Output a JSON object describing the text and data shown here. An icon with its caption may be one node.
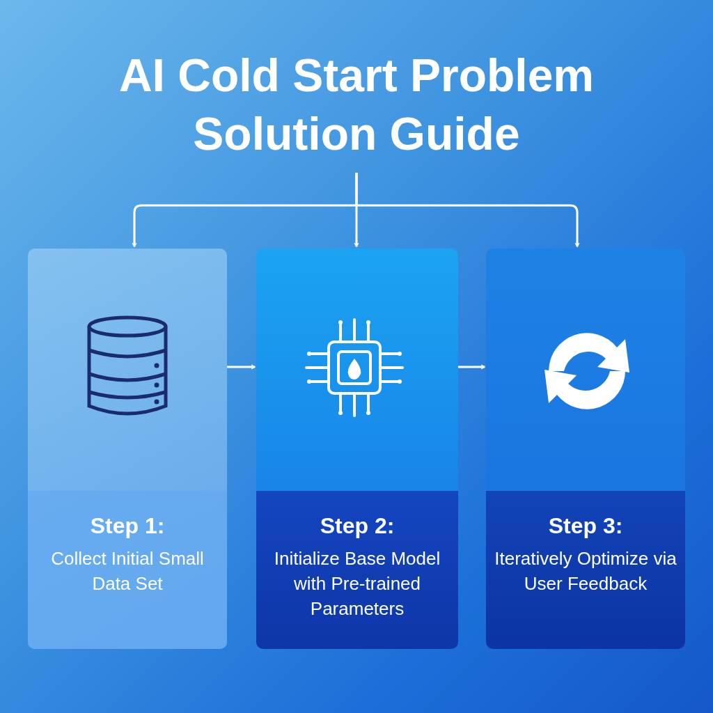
{
  "diagram": {
    "title": "AI Cold Start Problem Solution Guide",
    "nodes": [
      {
        "text": [
          "Step 1:",
          "Collect Initial Small Data Set"
        ]
      },
      {
        "text": [
          "Step 2:",
          "Initialize Base Model with Pre-trained Parameters"
        ]
      },
      {
        "text": [
          "Step 3:",
          "Iteratively Optimize via User Feedback"
        ]
      }
    ],
    "edges": [
      {
        "from": null,
        "to": 0,
        "arrow": "to"
      },
      {
        "from": null,
        "to": 1,
        "arrow": "to"
      },
      {
        "from": null,
        "to": 2,
        "arrow": "to"
      },
      {
        "from": 0,
        "to": 1,
        "arrow": "to"
      },
      {
        "from": 1,
        "to": 2,
        "arrow": "to"
      }
    ]
  }
}
